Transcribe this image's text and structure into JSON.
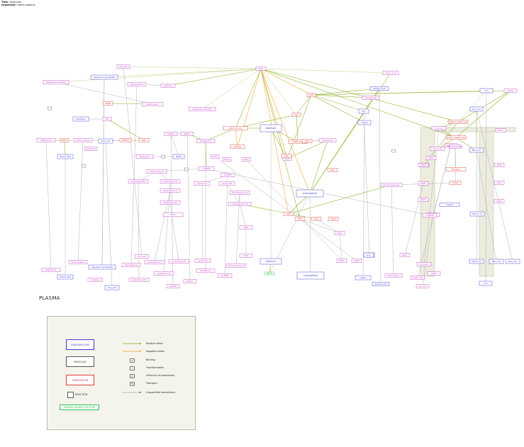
{
  "header": {
    "title_label": "Title:",
    "title_value": "Selenium",
    "organism_label": "Organism:",
    "organism_value": "Homo sapiens"
  },
  "compartment": {
    "plasma_label": "PLASMA"
  },
  "colors": {
    "inorganic": "#3b3bd6",
    "molecule": "#c13ec1",
    "gene": "#e23b3b",
    "gene_binding": "#2fbf4a",
    "positive": "#8ab020",
    "negative": "#f0a020",
    "compartment_fill": "#ececdf",
    "compartment_stroke": "#b9b8a6"
  },
  "nodes": [
    {
      "id": "n1",
      "label": "Methionine sulfoxide",
      "type": "molecule"
    },
    {
      "id": "n2",
      "label": "Selenide 5'-phosphate",
      "type": "inorganic"
    },
    {
      "id": "n3",
      "label": "SeL-Lack",
      "type": "molecule"
    },
    {
      "id": "n4",
      "label": "Hypoxanthine",
      "type": "molecule"
    },
    {
      "id": "n5",
      "label": "Xanthine",
      "type": "molecule"
    },
    {
      "id": "n6",
      "label": "MSRB",
      "type": "gene"
    },
    {
      "id": "n7",
      "label": "Methioneine",
      "type": "molecule"
    },
    {
      "id": "n8",
      "label": "Glutathione disulfide",
      "type": "molecule"
    },
    {
      "id": "n9",
      "label": "ROS",
      "type": "molecule"
    },
    {
      "id": "n10",
      "label": "Lipoic acid",
      "type": "molecule"
    },
    {
      "id": "n11",
      "label": "SOD",
      "type": "gene"
    },
    {
      "id": "n12",
      "label": "Ascorbic acid",
      "type": "inorganic"
    },
    {
      "id": "n13",
      "label": "Mangainese",
      "type": "molecule"
    },
    {
      "id": "n14",
      "label": "Iron",
      "type": "inorganic"
    },
    {
      "id": "n15",
      "label": "Heme",
      "type": "molecule"
    },
    {
      "id": "n16",
      "label": "Zinc",
      "type": "inorganic"
    },
    {
      "id": "n17",
      "label": "Copper",
      "type": "inorganic"
    },
    {
      "id": "n18",
      "label": "SelA",
      "type": "gene"
    },
    {
      "id": "n19",
      "label": "GPX1,2,3,4,6",
      "type": "gene"
    },
    {
      "id": "n20",
      "label": "Selenium",
      "type": "inorganic"
    },
    {
      "id": "n21",
      "label": "TXNRD1,2,3",
      "type": "gene"
    },
    {
      "id": "n22",
      "label": "Thioredoxin",
      "type": "molecule"
    },
    {
      "id": "n23",
      "label": "Catalase",
      "type": "gene"
    },
    {
      "id": "n24",
      "label": "GSH",
      "type": "molecule"
    },
    {
      "id": "n25",
      "label": "Methionine",
      "type": "molecule"
    },
    {
      "id": "n26",
      "label": "METH",
      "type": "gene"
    },
    {
      "id": "n27",
      "label": "Homocysteine",
      "type": "molecule"
    },
    {
      "id": "n28",
      "label": "Folic acid",
      "type": "inorganic"
    },
    {
      "id": "n29",
      "label": "MTHFR",
      "type": "gene"
    },
    {
      "id": "n30",
      "label": "MBS",
      "type": "gene"
    },
    {
      "id": "n31",
      "label": "Riboflavin",
      "type": "inorganic"
    },
    {
      "id": "n32",
      "label": "FAD",
      "type": "molecule"
    },
    {
      "id": "n33",
      "label": "Vitamin B12",
      "type": "inorganic"
    },
    {
      "id": "n34",
      "label": "NADPH",
      "type": "molecule"
    },
    {
      "id": "n35",
      "label": "NADP+",
      "type": "molecule"
    },
    {
      "id": "n36",
      "label": "NADH",
      "type": "inorganic"
    },
    {
      "id": "n37",
      "label": "Tryptophan",
      "type": "molecule"
    },
    {
      "id": "n38",
      "label": "Glutathione",
      "type": "molecule"
    },
    {
      "id": "n39",
      "label": "Lactoferrin",
      "type": "molecule"
    },
    {
      "id": "n40",
      "label": "Leukotriene A4",
      "type": "molecule"
    },
    {
      "id": "n41",
      "label": "Leukotriene C4",
      "type": "molecule"
    },
    {
      "id": "n42",
      "label": "Leukotriene D4",
      "type": "molecule"
    },
    {
      "id": "n43",
      "label": "Leukotriene B4",
      "type": "molecule"
    },
    {
      "id": "n44",
      "label": "Leukotriene E4",
      "type": "molecule"
    },
    {
      "id": "n45",
      "label": "5-HPETE",
      "type": "molecule"
    },
    {
      "id": "n46",
      "label": "15-HETE",
      "type": "molecule"
    },
    {
      "id": "n47",
      "label": "Lipoxin A4",
      "type": "molecule"
    },
    {
      "id": "n48",
      "label": "Lipoxin B4",
      "type": "molecule"
    },
    {
      "id": "n49",
      "label": "Prostaglandin H2",
      "type": "molecule"
    },
    {
      "id": "n50",
      "label": "Thromboxane A2",
      "type": "molecule"
    },
    {
      "id": "n51",
      "label": "PGI2",
      "type": "molecule"
    },
    {
      "id": "n52",
      "label": "PGH2",
      "type": "molecule"
    },
    {
      "id": "n53",
      "label": "PGE2",
      "type": "molecule"
    },
    {
      "id": "n54",
      "label": "PGD2",
      "type": "molecule"
    },
    {
      "id": "n55",
      "label": "PGF2",
      "type": "molecule"
    },
    {
      "id": "n56",
      "label": "LOX5",
      "type": "gene"
    },
    {
      "id": "n57",
      "label": "COX1",
      "type": "gene"
    },
    {
      "id": "n58",
      "label": "COX2",
      "type": "gene"
    },
    {
      "id": "n59",
      "label": "PGDS",
      "type": "gene"
    },
    {
      "id": "n60",
      "label": "PTGES",
      "type": "gene"
    },
    {
      "id": "n61",
      "label": "a-tocopherol",
      "type": "inorganic"
    },
    {
      "id": "n62",
      "label": "15-Lipoxygenase",
      "type": "molecule"
    },
    {
      "id": "n63",
      "label": "PGD2",
      "type": "molecule"
    },
    {
      "id": "n64",
      "label": "Delta-6 desaturase",
      "type": "gene"
    },
    {
      "id": "n65",
      "label": "Delta-5 desaturase",
      "type": "gene"
    },
    {
      "id": "n66",
      "label": "LA (n-6)",
      "type": "molecule"
    },
    {
      "id": "n67",
      "label": "ALA (n-3)",
      "type": "inorganic"
    },
    {
      "id": "n68",
      "label": "EPA (n-3)",
      "type": "inorganic"
    },
    {
      "id": "n69",
      "label": "DHA (n-3)",
      "type": "inorganic"
    },
    {
      "id": "n70",
      "label": "GLA (n-6)",
      "type": "molecule"
    },
    {
      "id": "n71",
      "label": "AA (n-6)",
      "type": "molecule"
    },
    {
      "id": "n72",
      "label": "DGLA (n-6)",
      "type": "molecule"
    },
    {
      "id": "n73",
      "label": "PGE1",
      "type": "molecule"
    },
    {
      "id": "n74",
      "label": "PGE3",
      "type": "molecule"
    },
    {
      "id": "n75",
      "label": "Elongase",
      "type": "gene"
    },
    {
      "id": "n76",
      "label": "Endoperoxidase",
      "type": "molecule"
    },
    {
      "id": "n77",
      "label": "Copper",
      "type": "inorganic"
    },
    {
      "id": "n78",
      "label": "Zinc",
      "type": "inorganic"
    },
    {
      "id": "n79",
      "label": "Selenium",
      "type": "inorganic"
    },
    {
      "id": "n80",
      "label": "SEPP1",
      "type": "gene_binding"
    },
    {
      "id": "n81",
      "label": "Ascorbic acid",
      "type": "inorganic"
    },
    {
      "id": "n82",
      "label": "PGG",
      "type": "molecule"
    },
    {
      "id": "n83",
      "label": "Methionine",
      "type": "molecule"
    },
    {
      "id": "n84",
      "label": "Vitamin B12",
      "type": "inorganic"
    },
    {
      "id": "n85",
      "label": "Homocysteine",
      "type": "molecule"
    },
    {
      "id": "n86",
      "label": "Selenide 5'-phosphate",
      "type": "inorganic"
    },
    {
      "id": "n87",
      "label": "Cysteine",
      "type": "molecule"
    },
    {
      "id": "n88",
      "label": "Folic acid",
      "type": "inorganic"
    },
    {
      "id": "n89",
      "label": "Uric acid",
      "type": "molecule"
    },
    {
      "id": "n90",
      "label": "Hypoxanthine",
      "type": "molecule"
    },
    {
      "id": "n91",
      "label": "Leukotriene B4",
      "type": "molecule"
    },
    {
      "id": "n92",
      "label": "Leukotriene C4",
      "type": "molecule"
    },
    {
      "id": "n93",
      "label": "Leukotriene D4",
      "type": "molecule"
    },
    {
      "id": "n94",
      "label": "Leukotriene E4",
      "type": "molecule"
    },
    {
      "id": "n95",
      "label": "NADPH",
      "type": "molecule"
    },
    {
      "id": "n96",
      "label": "NADP+",
      "type": "molecule"
    },
    {
      "id": "n97",
      "label": "Lipoxin A4",
      "type": "molecule"
    },
    {
      "id": "n98",
      "label": "Glutathione",
      "type": "molecule"
    },
    {
      "id": "n99",
      "label": "Thromboxane A2",
      "type": "molecule"
    },
    {
      "id": "n100",
      "label": "15-HETE",
      "type": "molecule"
    },
    {
      "id": "n101",
      "label": "PGI2",
      "type": "molecule"
    },
    {
      "id": "n102",
      "label": "PGE2",
      "type": "molecule"
    },
    {
      "id": "n103",
      "label": "PGD2",
      "type": "molecule"
    },
    {
      "id": "n104",
      "label": "a-tocopherol",
      "type": "inorganic"
    },
    {
      "id": "n105",
      "label": "PGF2 alpha",
      "type": "molecule"
    },
    {
      "id": "n106",
      "label": "Iron",
      "type": "inorganic"
    },
    {
      "id": "n107",
      "label": "DHA (n-3)",
      "type": "inorganic"
    },
    {
      "id": "n108",
      "label": "EPA (n-3)",
      "type": "inorganic"
    },
    {
      "id": "n109",
      "label": "ALA (n-3)",
      "type": "inorganic"
    },
    {
      "id": "n110",
      "label": "LA (n-6)",
      "type": "molecule"
    },
    {
      "id": "n111",
      "label": "AA (n-6)",
      "type": "molecule"
    },
    {
      "id": "n112",
      "label": "DGLA (n-6)",
      "type": "molecule"
    },
    {
      "id": "n113",
      "label": "PGE1",
      "type": "molecule"
    },
    {
      "id": "n114",
      "label": "PGG2",
      "type": "molecule"
    },
    {
      "id": "n115",
      "label": "5-HPETE",
      "type": "molecule"
    },
    {
      "id": "n116",
      "label": "RBC",
      "type": "molecule"
    },
    {
      "id": "n117",
      "label": "PGI3",
      "type": "molecule"
    },
    {
      "id": "n118",
      "label": "PGI3",
      "type": "molecule"
    },
    {
      "id": "n119",
      "label": "TPGS",
      "type": "molecule"
    },
    {
      "id": "n120",
      "label": "PGH3",
      "type": "molecule"
    },
    {
      "id": "n121",
      "label": "PGE3",
      "type": "molecule"
    },
    {
      "id": "n122",
      "label": "PGD3",
      "type": "molecule"
    },
    {
      "id": "n123",
      "label": "NOX",
      "type": "gene"
    },
    {
      "id": "n124",
      "label": "AOX1",
      "type": "gene"
    },
    {
      "id": "n125",
      "label": "ODC",
      "type": "gene"
    },
    {
      "id": "n126",
      "label": "Copper",
      "type": "inorganic"
    },
    {
      "id": "n127",
      "label": "Zinc",
      "type": "inorganic"
    }
  ],
  "legend": {
    "node_types": [
      {
        "label": "INORGANIC/ION",
        "type": "inorganic"
      },
      {
        "label": "MOLECULE",
        "type": "molecule"
      },
      {
        "label": "GENE/ENZYME",
        "type": "gene"
      },
      {
        "label": "REACTION",
        "type": "reaction"
      },
      {
        "label": "GENERIC BINDING PROTEIN",
        "type": "gene_binding"
      }
    ],
    "edge_types": [
      {
        "label": "Positive effect",
        "symbol": ""
      },
      {
        "label": "Negative effect",
        "symbol": ""
      },
      {
        "label": "Binding",
        "symbol": "B"
      },
      {
        "label": "Transformation",
        "symbol": "T"
      },
      {
        "label": "Influence on expression",
        "symbol": "IE"
      },
      {
        "label": "Transport",
        "symbol": "TR"
      },
      {
        "label": "Unspecified interactions",
        "symbol": ""
      }
    ]
  }
}
